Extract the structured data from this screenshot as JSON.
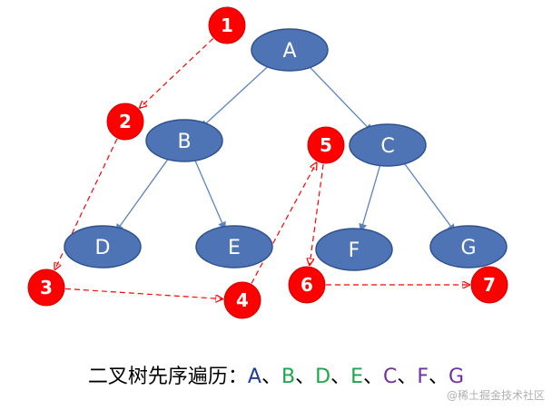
{
  "colors": {
    "node_fill": "#4f74b5",
    "node_stroke": "#2f528f",
    "edge": "#5b83c3",
    "step_fill": "#ff0000",
    "step_stroke": "#d40000",
    "traversal_path": "#ff0000"
  },
  "tree": {
    "nodes": [
      {
        "id": "A",
        "label": "A"
      },
      {
        "id": "B",
        "label": "B"
      },
      {
        "id": "C",
        "label": "C"
      },
      {
        "id": "D",
        "label": "D"
      },
      {
        "id": "E",
        "label": "E"
      },
      {
        "id": "F",
        "label": "F"
      },
      {
        "id": "G",
        "label": "G"
      }
    ],
    "edges": [
      {
        "from": "A",
        "to": "B"
      },
      {
        "from": "A",
        "to": "C"
      },
      {
        "from": "B",
        "to": "D"
      },
      {
        "from": "B",
        "to": "E"
      },
      {
        "from": "C",
        "to": "F"
      },
      {
        "from": "C",
        "to": "G"
      }
    ]
  },
  "steps": [
    {
      "id": "1",
      "label": "1"
    },
    {
      "id": "2",
      "label": "2"
    },
    {
      "id": "3",
      "label": "3"
    },
    {
      "id": "4",
      "label": "4"
    },
    {
      "id": "5",
      "label": "5"
    },
    {
      "id": "6",
      "label": "6"
    },
    {
      "id": "7",
      "label": "7"
    }
  ],
  "path": [
    "1",
    "2",
    "3",
    "4",
    "5",
    "6",
    "7"
  ],
  "caption": {
    "prefix": "二叉树先序遍历：",
    "separator": "、",
    "items": [
      {
        "label": "A",
        "color": "#1f3a93"
      },
      {
        "label": "B",
        "color": "#1aa64a"
      },
      {
        "label": "D",
        "color": "#1aa64a"
      },
      {
        "label": "E",
        "color": "#1aa64a"
      },
      {
        "label": "C",
        "color": "#7030a0"
      },
      {
        "label": "F",
        "color": "#7030a0"
      },
      {
        "label": "G",
        "color": "#7030a0"
      }
    ]
  },
  "watermark": "@稀土掘金技术社区"
}
